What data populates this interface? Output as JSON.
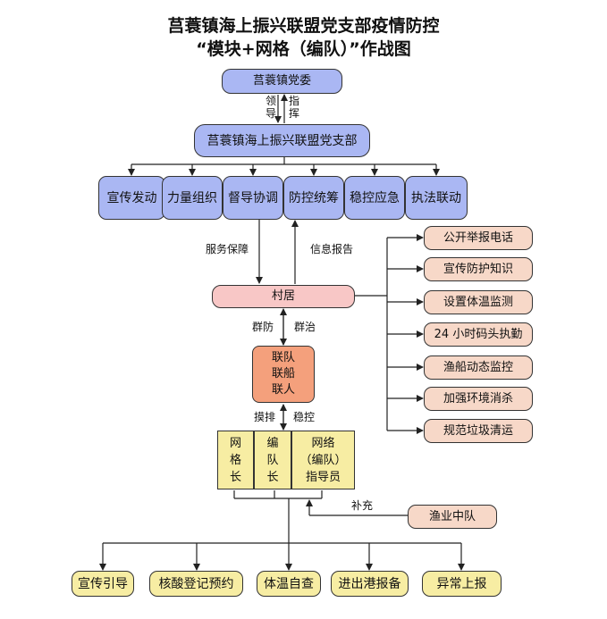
{
  "title": {
    "line1": "莒蓑镇海上振兴联盟党支部疫情防控",
    "line2": "“模块+网格（编队）”作战图"
  },
  "top_node": "莒蓑镇党委",
  "top_edge": {
    "left": "领导",
    "right": "指挥"
  },
  "branch_node": "莒蓑镇海上振兴联盟党支部",
  "modules": [
    "宣传发动",
    "力量组织",
    "督导协调",
    "防控统筹",
    "稳控应急",
    "执法联动"
  ],
  "mid_edge": {
    "down": "服务保障",
    "up": "信息报告"
  },
  "village": "村居",
  "village_edge": {
    "left": "群防",
    "right": "群治"
  },
  "union": [
    "联队",
    "联船",
    "联人"
  ],
  "union_edge": {
    "left": "摸排",
    "right": "稳控"
  },
  "grid": [
    {
      "lines": [
        "网",
        "格",
        "长"
      ]
    },
    {
      "lines": [
        "编",
        "队",
        "长"
      ]
    },
    {
      "lines": [
        "网络",
        "（编队）",
        "指导员"
      ]
    }
  ],
  "measures": [
    "公开举报电话",
    "宣传防护知识",
    "设置体温监测",
    "24 小时码头执勤",
    "渔船动态监控",
    "加强环境消杀",
    "规范垃圾清运"
  ],
  "supplement_label": "补充",
  "fishery": "渔业中队",
  "bottom": [
    "宣传引导",
    "核酸登记预约",
    "体温自查",
    "进出港报备",
    "异常上报"
  ]
}
